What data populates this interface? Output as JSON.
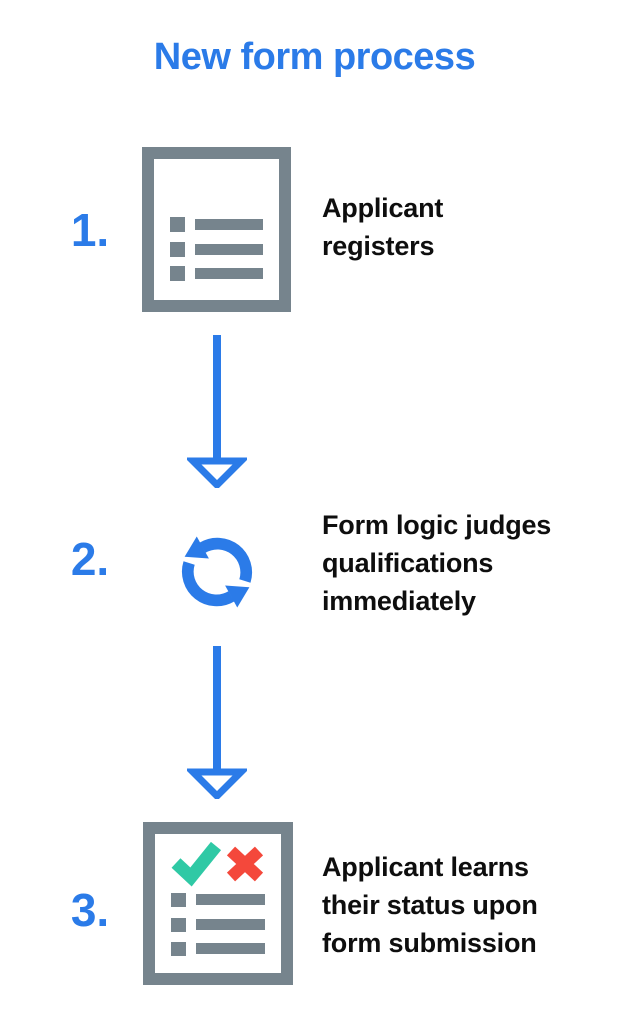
{
  "title": "New form process",
  "colors": {
    "blue": "#2b7be8",
    "gray": "#76848d",
    "green": "#2fc9a5",
    "red": "#f4483b",
    "text": "#0e0e0e",
    "background": "#ffffff"
  },
  "steps": [
    {
      "number": "1.",
      "icon": "form-list-icon",
      "lines": [
        "Applicant",
        "registers"
      ]
    },
    {
      "number": "2.",
      "icon": "sync-icon",
      "lines": [
        "Form logic judges",
        "qualifications",
        "immediately"
      ]
    },
    {
      "number": "3.",
      "icon": "form-results-icon",
      "lines": [
        "Applicant learns",
        "their status upon",
        "form submission"
      ]
    }
  ],
  "connectors": [
    {
      "type": "down-arrow"
    },
    {
      "type": "down-arrow"
    }
  ]
}
